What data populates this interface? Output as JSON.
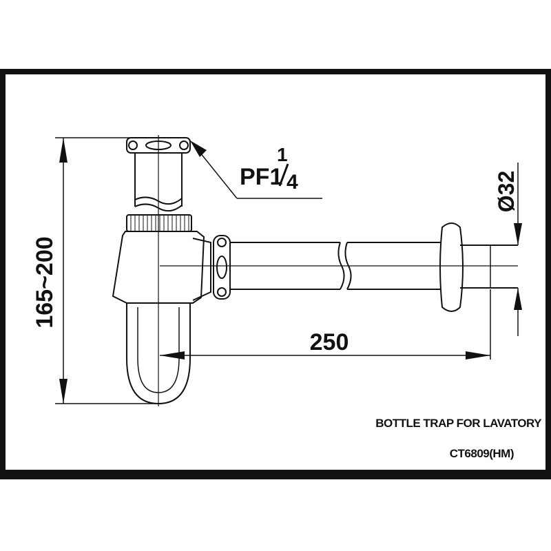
{
  "drawing": {
    "title": "BOTTLE TRAP FOR LAVATORY",
    "model": "CT6809(HM)"
  },
  "dimensions": {
    "height_range": "165~200",
    "horizontal_length": "250",
    "pipe_diameter": "Ø32",
    "thread_label": "PF1",
    "thread_fraction_num": "1",
    "thread_fraction_den": "4"
  },
  "colors": {
    "frame": "#111111",
    "line": "#111111",
    "background": "#ffffff"
  }
}
